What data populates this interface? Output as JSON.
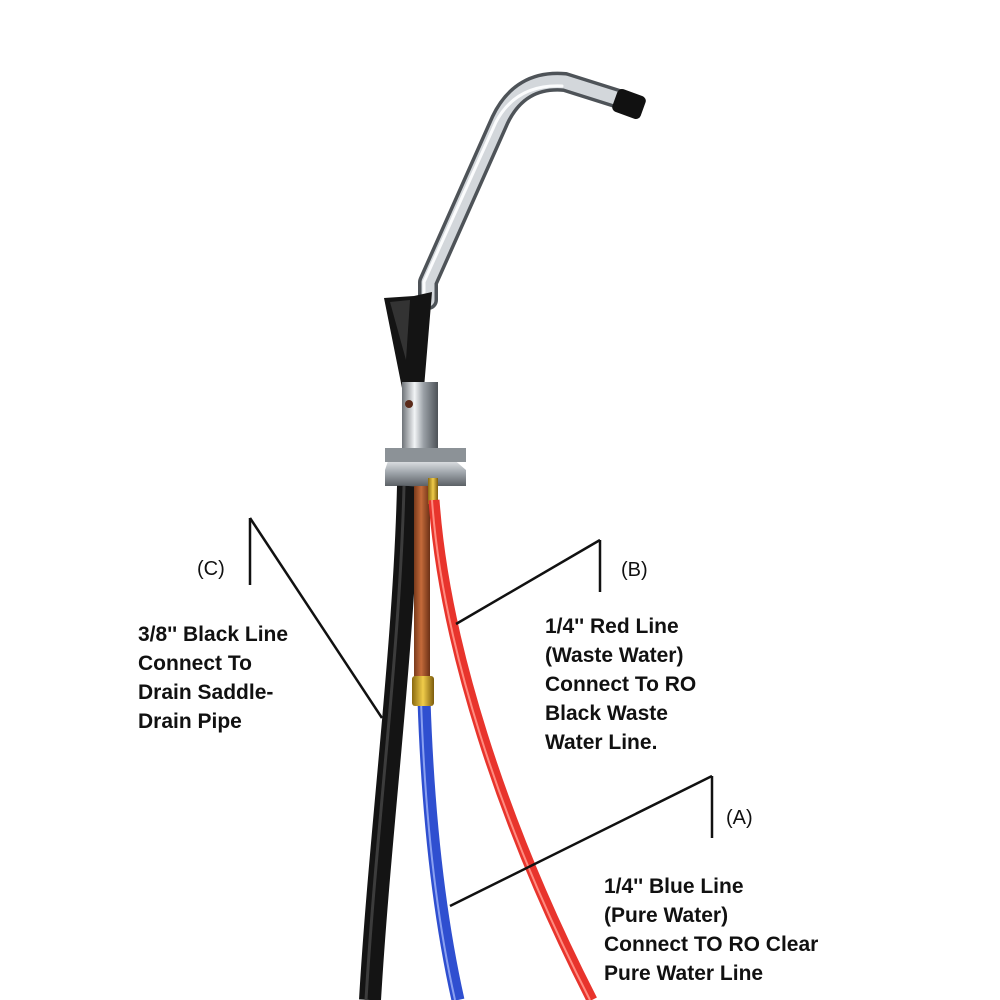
{
  "callouts": {
    "c": {
      "tag": "(C)",
      "lines": [
        "3/8'' Black Line",
        "Connect To",
        "Drain Saddle-",
        "Drain Pipe"
      ]
    },
    "b": {
      "tag": "(B)",
      "lines": [
        "1/4'' Red Line",
        "(Waste Water)",
        "Connect To RO",
        "Black Waste",
        "Water Line."
      ]
    },
    "a": {
      "tag": "(A)",
      "lines": [
        "1/4'' Blue Line",
        "(Pure Water)",
        "Connect TO RO Clear",
        "Pure Water Line"
      ]
    }
  },
  "colors": {
    "black_line": "#141414",
    "red_line": "#e8342c",
    "blue_line": "#2f4fd0",
    "chrome": "#c7cbd0",
    "text": "#111111"
  }
}
